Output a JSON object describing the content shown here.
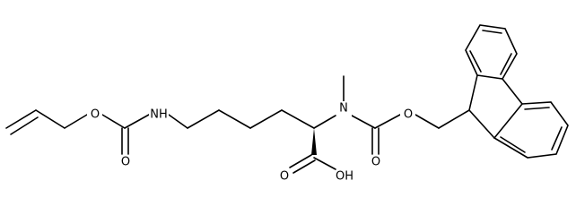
{
  "molecule": {
    "labels": {
      "o_ether_allyl": "O",
      "o_carbonyl_alloc": "O",
      "nh_carbamate": "NH",
      "n_methyl": "N",
      "o_ester_fmoc": "O",
      "o_carbonyl_fmoc": "O",
      "o_carbonyl_acid": "O",
      "oh_acid": "OH"
    },
    "colors": {
      "ink": "#000000",
      "background": "#ffffff"
    }
  }
}
